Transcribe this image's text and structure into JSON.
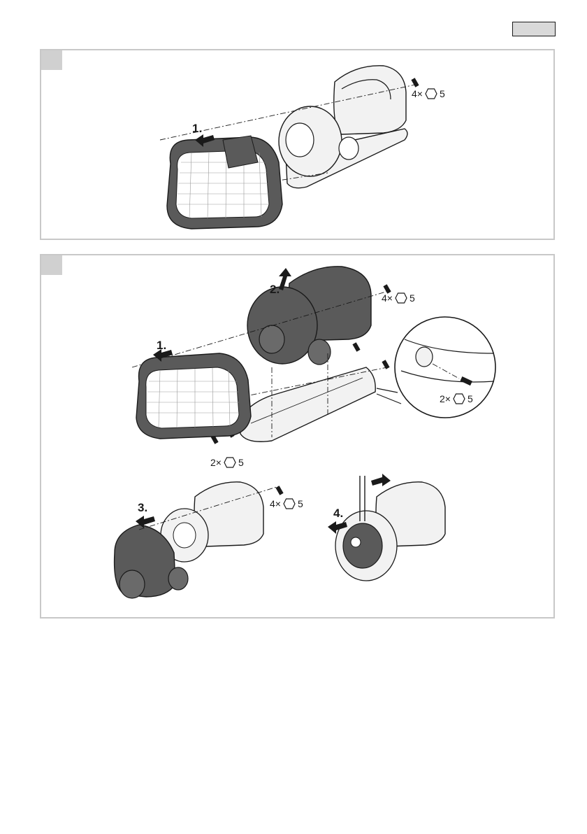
{
  "header": {
    "badge_label": ""
  },
  "panel_a": {
    "steps": [
      "1."
    ],
    "screw_labels": [
      {
        "count": "4×",
        "size": "5",
        "icon": "hex-key-icon"
      }
    ]
  },
  "panel_b": {
    "steps": [
      "2.",
      "1.",
      "3.",
      "4."
    ],
    "screw_labels": [
      {
        "count": "4×",
        "size": "5",
        "icon": "hex-key-icon"
      },
      {
        "count": "2×",
        "size": "5",
        "icon": "hex-key-icon"
      },
      {
        "count": "2×",
        "size": "5",
        "icon": "hex-key-icon"
      },
      {
        "count": "4×",
        "size": "5",
        "icon": "hex-key-icon"
      }
    ]
  },
  "colors": {
    "frame": "#c8c8c8",
    "tab": "#d0d0d0",
    "part_dark": "#5a5a5a",
    "part_light": "#f2f2f2",
    "ink": "#1a1a1a"
  }
}
